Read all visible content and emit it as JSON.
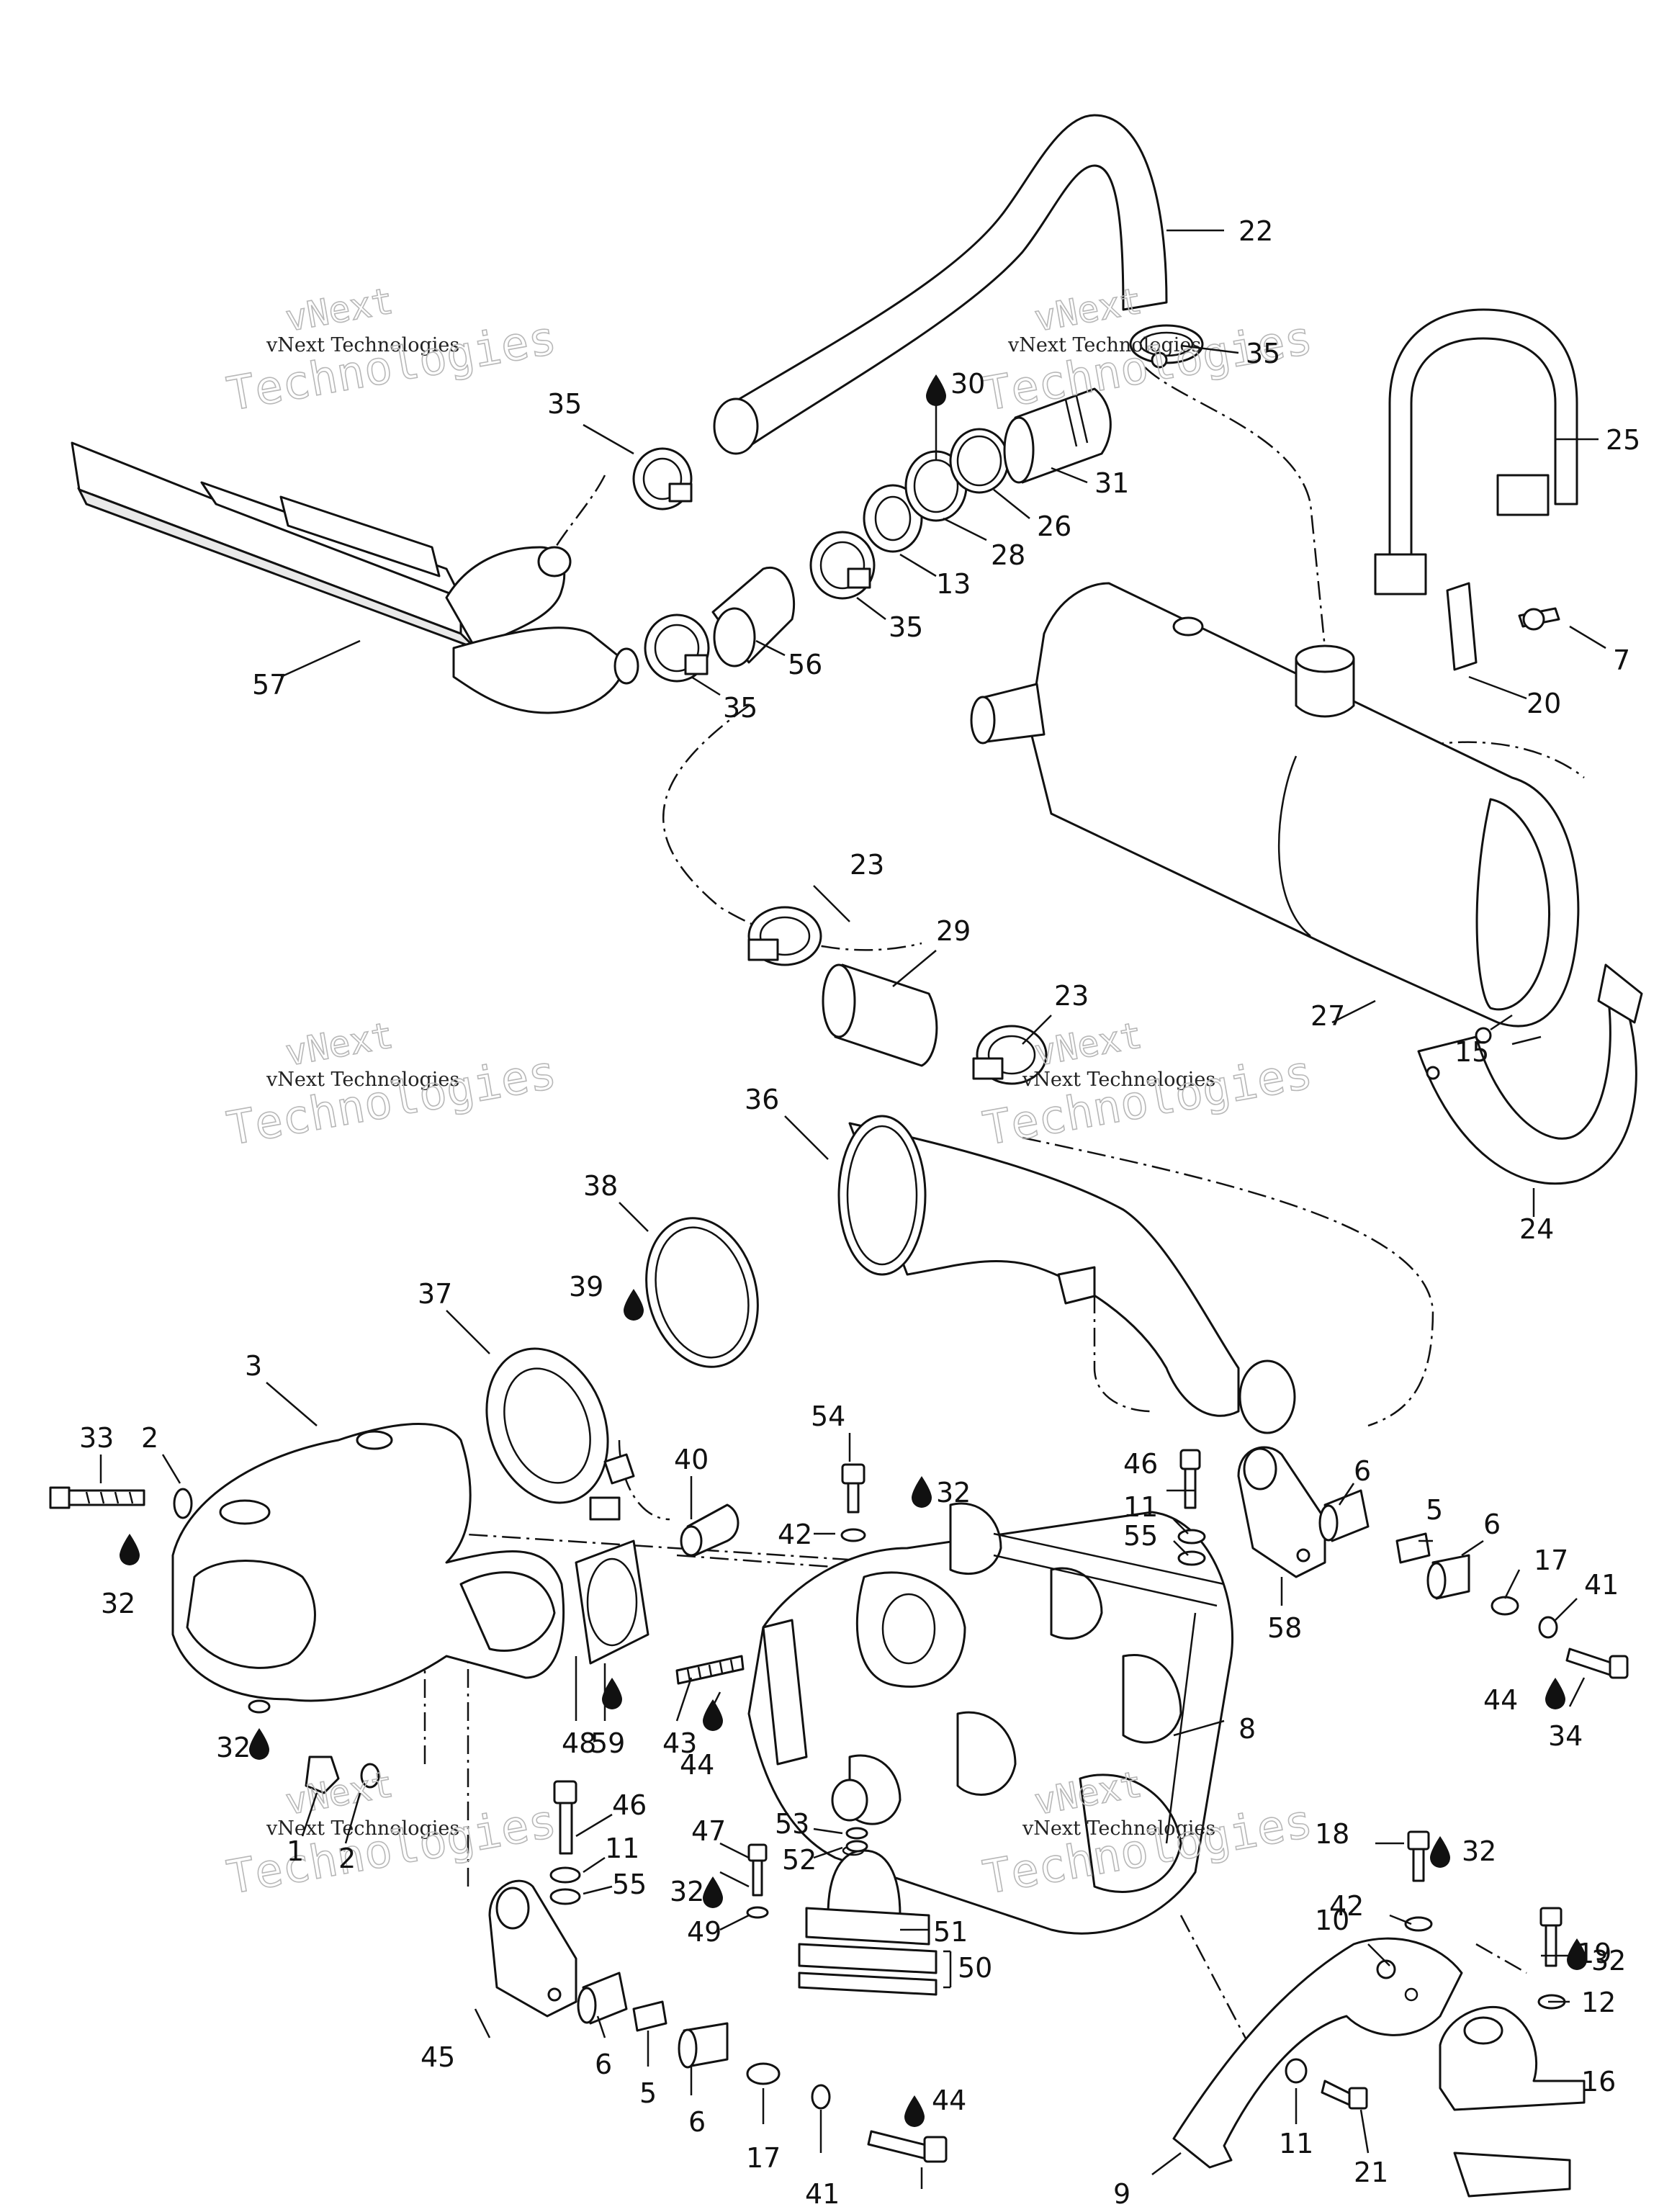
{
  "watermark": {
    "brand": "vNext",
    "line": "vNext Technologies",
    "word": "Technologies"
  },
  "callouts": {
    "c1": "1",
    "c2a": "2",
    "c2b": "2",
    "c3": "3",
    "c5a": "5",
    "c5b": "5",
    "c6a": "6",
    "c6b": "6",
    "c6c": "6",
    "c6d": "6",
    "c7": "7",
    "c8": "8",
    "c9": "9",
    "c10": "10",
    "c11a": "11",
    "c11b": "11",
    "c11c": "11",
    "c12": "12",
    "c13": "13",
    "c15": "15",
    "c16": "16",
    "c17a": "17",
    "c17b": "17",
    "c18": "18",
    "c19": "19",
    "c20": "20",
    "c21": "21",
    "c22": "22",
    "c23a": "23",
    "c23b": "23",
    "c24": "24",
    "c25": "25",
    "c26": "26",
    "c27": "27",
    "c28": "28",
    "c29": "29",
    "c30": "30",
    "c31": "31",
    "c32a": "32",
    "c32b": "32",
    "c32c": "32",
    "c32d": "32",
    "c32e": "32",
    "c32f": "32",
    "c33": "33",
    "c34": "34",
    "c35a": "35",
    "c35b": "35",
    "c35c": "35",
    "c35d": "35",
    "c36": "36",
    "c37": "37",
    "c38": "38",
    "c39": "39",
    "c40": "40",
    "c41a": "41",
    "c41b": "41",
    "c42a": "42",
    "c42b": "42",
    "c43": "43",
    "c44a": "44",
    "c44b": "44",
    "c44c": "44",
    "c45": "45",
    "c46a": "46",
    "c46b": "46",
    "c47": "47",
    "c48": "48",
    "c49": "49",
    "c50": "50",
    "c51": "51",
    "c52": "52",
    "c53": "53",
    "c54": "54",
    "c55a": "55",
    "c55b": "55",
    "c56": "56",
    "c57": "57",
    "c58": "58",
    "c59": "59"
  },
  "icons": {
    "lubricant": "drop-icon"
  }
}
